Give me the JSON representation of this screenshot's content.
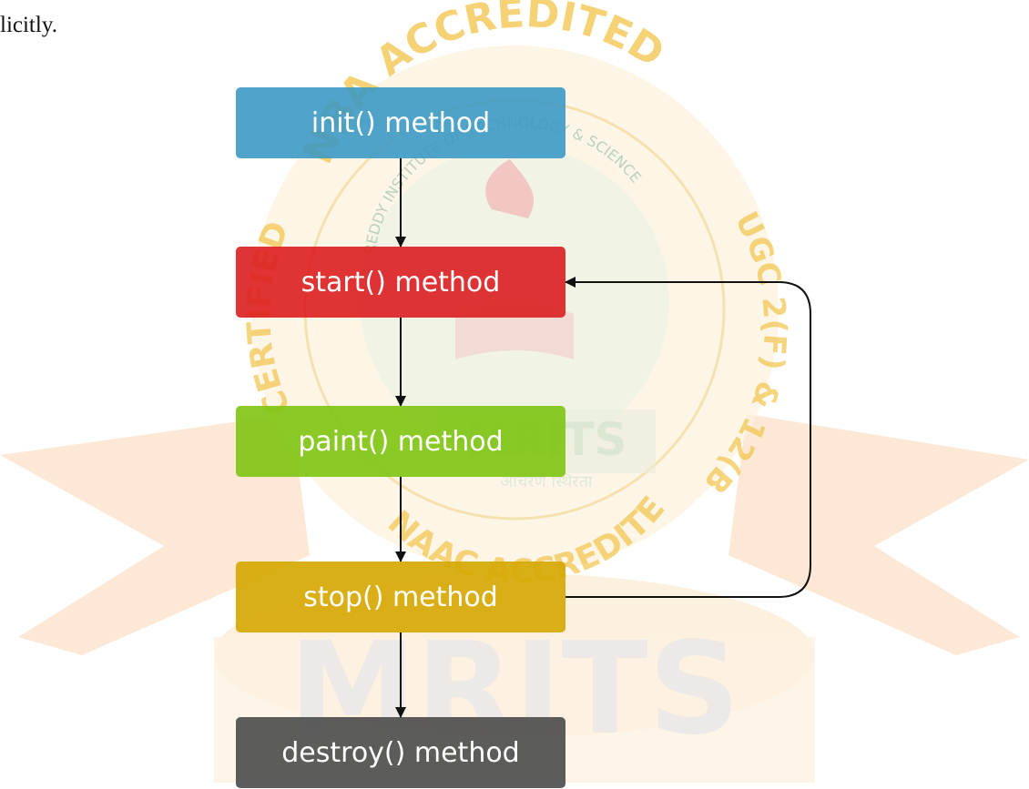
{
  "intro_text": "licitly.",
  "nodes": [
    {
      "id": "init",
      "label": "init() method",
      "color": "#3897c4"
    },
    {
      "id": "start",
      "label": "start() method",
      "color": "#dc1e20"
    },
    {
      "id": "paint",
      "label": "paint() method",
      "color": "#7ec412"
    },
    {
      "id": "stop",
      "label": "stop() method",
      "color": "#d6a804"
    },
    {
      "id": "destroy",
      "label": "destroy() method",
      "color": "#4e4e4e"
    }
  ],
  "edges": [
    {
      "from": "init",
      "to": "start"
    },
    {
      "from": "start",
      "to": "paint"
    },
    {
      "from": "paint",
      "to": "stop"
    },
    {
      "from": "stop",
      "to": "destroy"
    },
    {
      "from": "stop",
      "to": "start"
    }
  ],
  "watermark": {
    "top_arc_text": "NBA ACCREDITED",
    "left_arc_text": "CERTIFIED",
    "right_arc_text": "UGC 2(F) & 12(B)",
    "inner_arc_text": "REDDY INSTITUTE OF TECHNOLOGY & SCIENCE",
    "bottom_arc_text": "NAAC ACCREDITED",
    "center_text": "MRITS",
    "center_subtext": "आचरणे स्थिरता",
    "base_text": "MRITS",
    "gold_color": "#f3c44a",
    "cream_color": "#fbefd2",
    "ribbon_color": "#fbd8b4"
  }
}
